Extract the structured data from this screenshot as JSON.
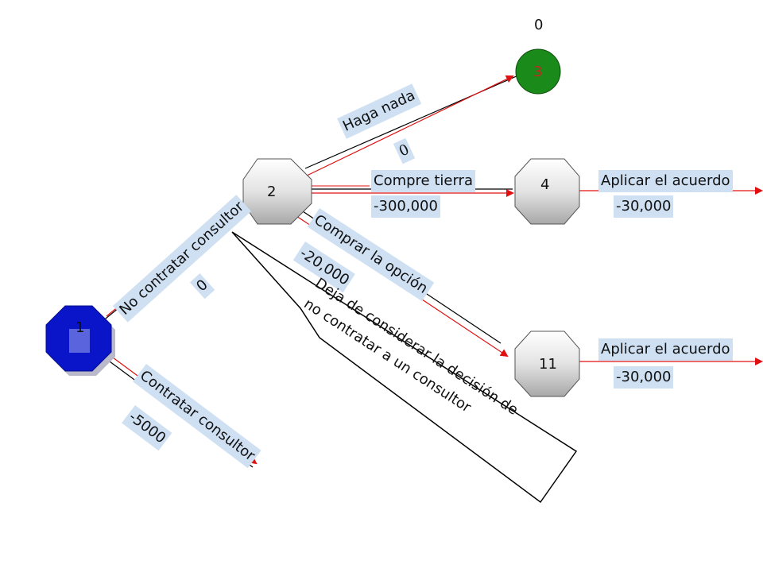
{
  "nodes": {
    "n1": "1",
    "n2": "2",
    "n3": "3",
    "n4": "4",
    "n11": "11"
  },
  "labels": {
    "haga_nada": "Haga nada",
    "haga_nada_value": "0",
    "top_value": "0",
    "compre_tierra": "Compre tierra",
    "compre_tierra_value": "-300,000",
    "aplicar_1": "Aplicar el acuerdo",
    "aplicar_1_value": "-30,000",
    "comprar_opcion": "Comprar la opción",
    "comprar_opcion_value": "-20,000",
    "aplicar_2": "Aplicar el acuerdo",
    "aplicar_2_value": "-30,000",
    "no_contratar": "No contratar consultor",
    "no_contratar_value": "0",
    "contratar": "Contratar consultor",
    "contratar_value": "-5000"
  },
  "callout": {
    "line1": "Deja de considerar la decisión de",
    "line2": "no contratar a un consultor"
  },
  "colors": {
    "decision_node": "#0a14c8",
    "chance_node_green": "#1a8a1a",
    "chance_node_grey": "#d8d8d8",
    "branch_red": "#e01010",
    "label_bg": "#cfe0f3",
    "node3_text": "#d42020"
  }
}
